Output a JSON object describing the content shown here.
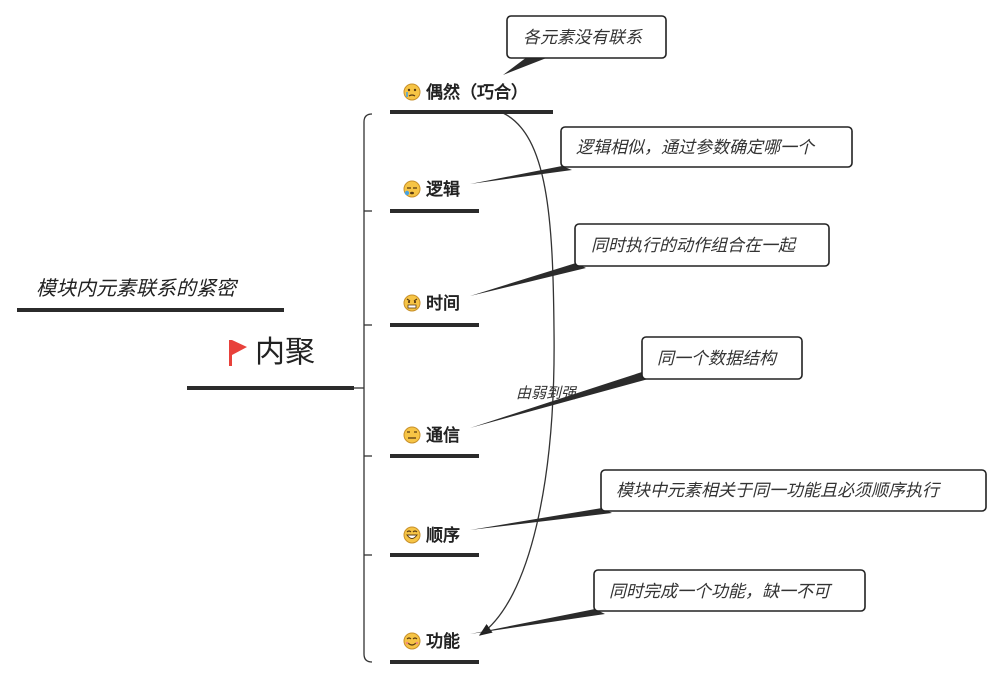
{
  "root": {
    "label": "内聚",
    "icon": "red-flag-icon"
  },
  "note": {
    "text": "模块内元素联系的紧密"
  },
  "relationship": {
    "label": "由弱到强"
  },
  "branches": [
    {
      "label": "偶然（巧合）",
      "icon": "crying-face-icon",
      "callout": "各元素没有联系"
    },
    {
      "label": "逻辑",
      "icon": "sleeping-face-icon",
      "callout": "逻辑相似，通过参数确定哪一个"
    },
    {
      "label": "时间",
      "icon": "angry-face-icon",
      "callout": "同时执行的动作组合在一起"
    },
    {
      "label": "通信",
      "icon": "expressionless-face-icon",
      "callout": "同一个数据结构"
    },
    {
      "label": "顺序",
      "icon": "grinning-face-icon",
      "callout": "模块中元素相关于同一功能且必须顺序执行"
    },
    {
      "label": "功能",
      "icon": "smiling-face-icon",
      "callout": "同时完成一个功能，缺一不可"
    }
  ],
  "colors": {
    "flag": "#e8413b",
    "emoji": "#f6c445",
    "line": "#2b2b2b"
  }
}
